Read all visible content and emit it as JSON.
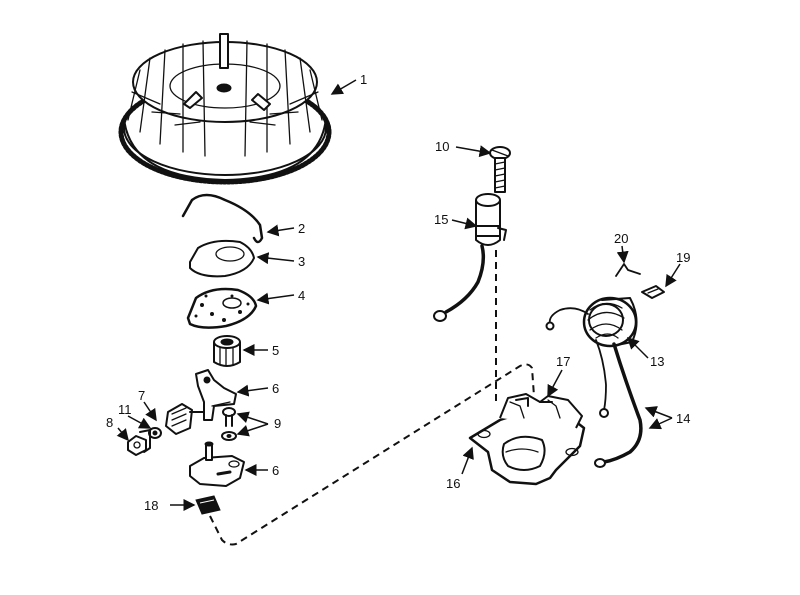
{
  "callouts": {
    "c1": "1",
    "c2": "2",
    "c3": "3",
    "c4": "4",
    "c5": "5",
    "c6a": "6",
    "c6b": "6",
    "c7": "7",
    "c8": "8",
    "c9": "9",
    "c10": "10",
    "c11": "11",
    "c13": "13",
    "c14": "14",
    "c15": "15",
    "c16": "16",
    "c17": "17",
    "c18": "18",
    "c19": "19",
    "c20": "20"
  },
  "colors": {
    "ink": "#111111",
    "paper": "#ffffff"
  }
}
